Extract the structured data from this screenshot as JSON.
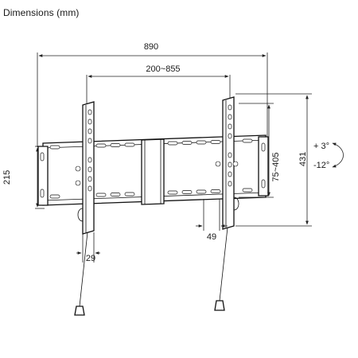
{
  "title": "Dimensions (mm)",
  "dimensions": {
    "overall_width": "890",
    "vesa_width": "200~855",
    "height": "215",
    "adjust_height": "75~405",
    "overall_height": "431",
    "depth": "49",
    "profile": "29"
  },
  "tilt": {
    "up": "+ 3°",
    "down": "-12°"
  }
}
